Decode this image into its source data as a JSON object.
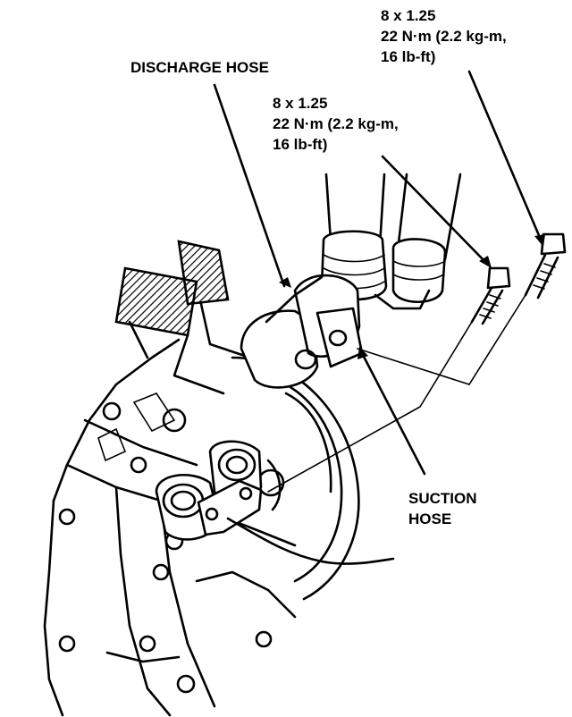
{
  "labels": {
    "discharge_hose": "DISCHARGE HOSE",
    "suction_hose_line1": "SUCTION",
    "suction_hose_line2": "HOSE",
    "bolt_spec_left": {
      "size": "8 x 1.25",
      "torque": "22 N·m (2.2 kg-m,",
      "torque_ft": "16 lb-ft)"
    },
    "bolt_spec_right": {
      "size": "8 x 1.25",
      "torque": "22 N·m (2.2 kg-m,",
      "torque_ft": "16 lb-ft)"
    }
  },
  "colors": {
    "line": "#000000",
    "background": "#ffffff"
  }
}
